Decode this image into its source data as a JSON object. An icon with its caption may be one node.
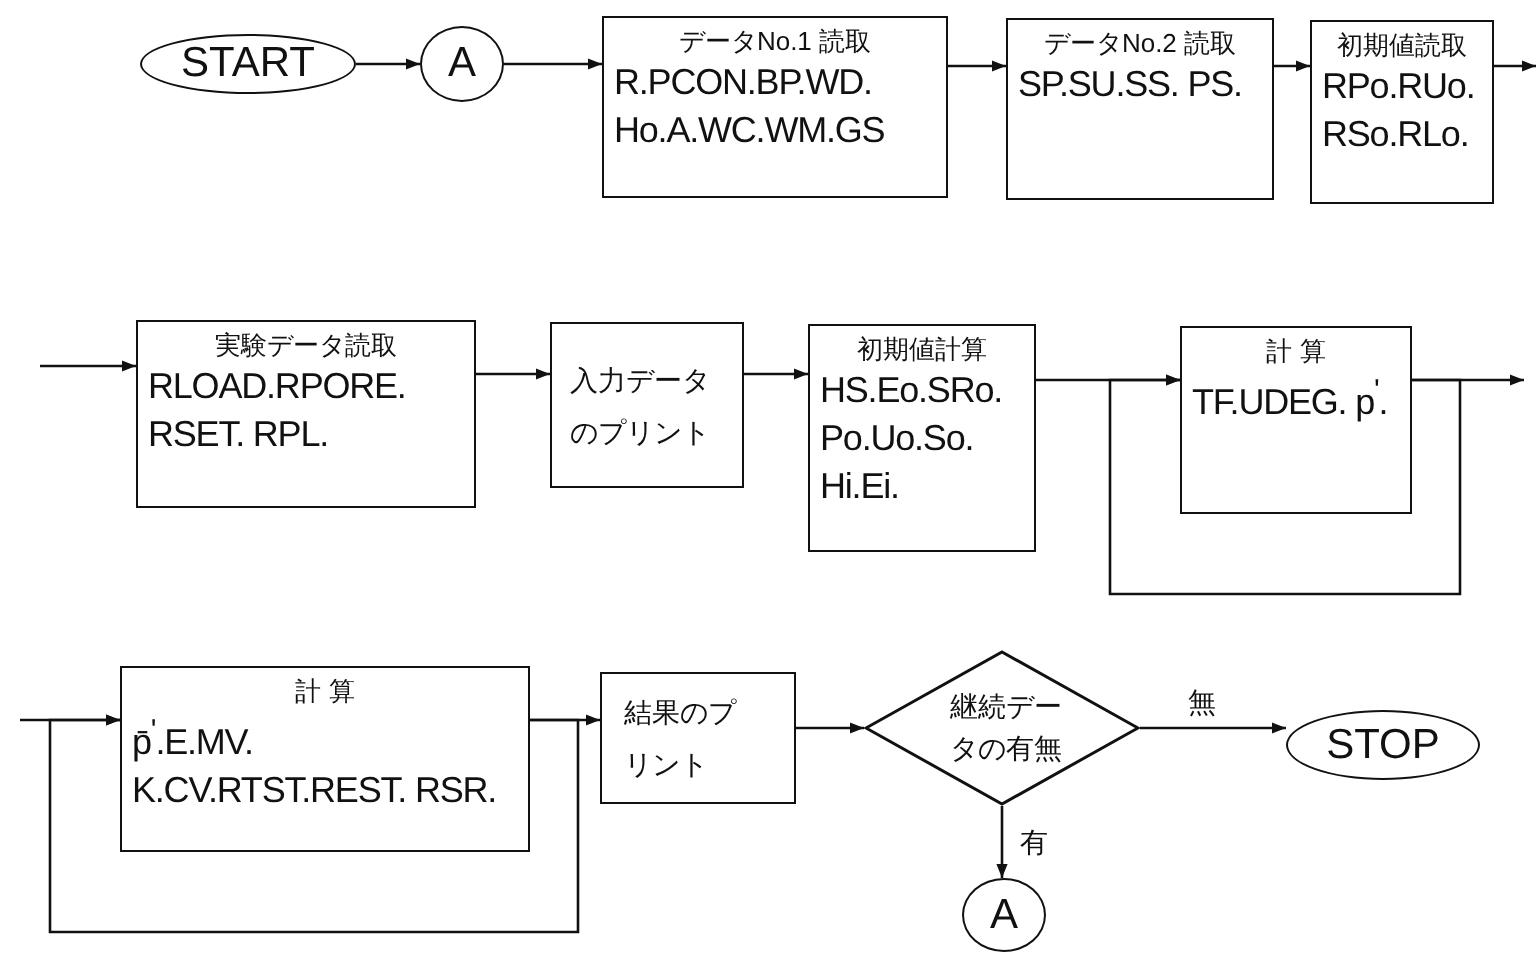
{
  "diagram": {
    "nodes": [
      {
        "text": [
          "START"
        ]
      },
      {
        "text": [
          "A"
        ]
      },
      {
        "text": [
          "データNo.1 読取",
          "R.PCON.BP.WD. Ho.A.WC.WM.GS"
        ]
      },
      {
        "text": [
          "データNo.2 読取",
          "SP.SU.SS. PS."
        ]
      },
      {
        "text": [
          "初期値読取",
          "RPo.RUo. RSo.RLo."
        ]
      },
      {
        "text": [
          "実験データ読取",
          "RLOAD.RPORE. RSET. RPL."
        ]
      },
      {
        "text": [
          "入力データのプリント"
        ]
      },
      {
        "text": [
          "初期値計算",
          "HS.Eo.SRo. Po.Uo.So. Hi.Ei."
        ]
      },
      {
        "text": [
          "計 算",
          "TF.UDEG. p$^{'}$."
        ]
      },
      {
        "text": [
          "計 算",
          "p̄$^{'}$.E.MV. K.CV.RTST.REST. RSR."
        ]
      },
      {
        "text": [
          "結果のプリント"
        ]
      },
      {
        "text": [
          "継続データの有無"
        ]
      },
      {
        "text": [
          "STOP"
        ]
      },
      {
        "text": [
          "A"
        ]
      }
    ],
    "edges": [
      {
        "from": 0,
        "to": 1,
        "arrow": "to"
      },
      {
        "from": 1,
        "to": 2,
        "arrow": "to"
      },
      {
        "from": 2,
        "to": 3,
        "arrow": "to"
      },
      {
        "from": 3,
        "to": 4,
        "arrow": "to"
      },
      {
        "from": 4,
        "to": null,
        "arrow": "to"
      },
      {
        "from": null,
        "to": 5,
        "arrow": "to"
      },
      {
        "from": 5,
        "to": 6,
        "arrow": "to"
      },
      {
        "from": 6,
        "to": 7,
        "arrow": "to"
      },
      {
        "from": 7,
        "to": 8,
        "arrow": "to"
      },
      {
        "from": 8,
        "to": 8,
        "arrow": "to"
      },
      {
        "from": 8,
        "to": null,
        "arrow": "to"
      },
      {
        "from": null,
        "to": 9,
        "arrow": "to"
      },
      {
        "from": 9,
        "to": 9,
        "arrow": "to"
      },
      {
        "from": 9,
        "to": 10,
        "arrow": "to"
      },
      {
        "from": 10,
        "to": 11,
        "arrow": "to"
      },
      {
        "from": 11,
        "to": 12,
        "label": "無",
        "arrow": "to"
      },
      {
        "from": 11,
        "to": 13,
        "label": "有",
        "arrow": "to"
      }
    ]
  }
}
